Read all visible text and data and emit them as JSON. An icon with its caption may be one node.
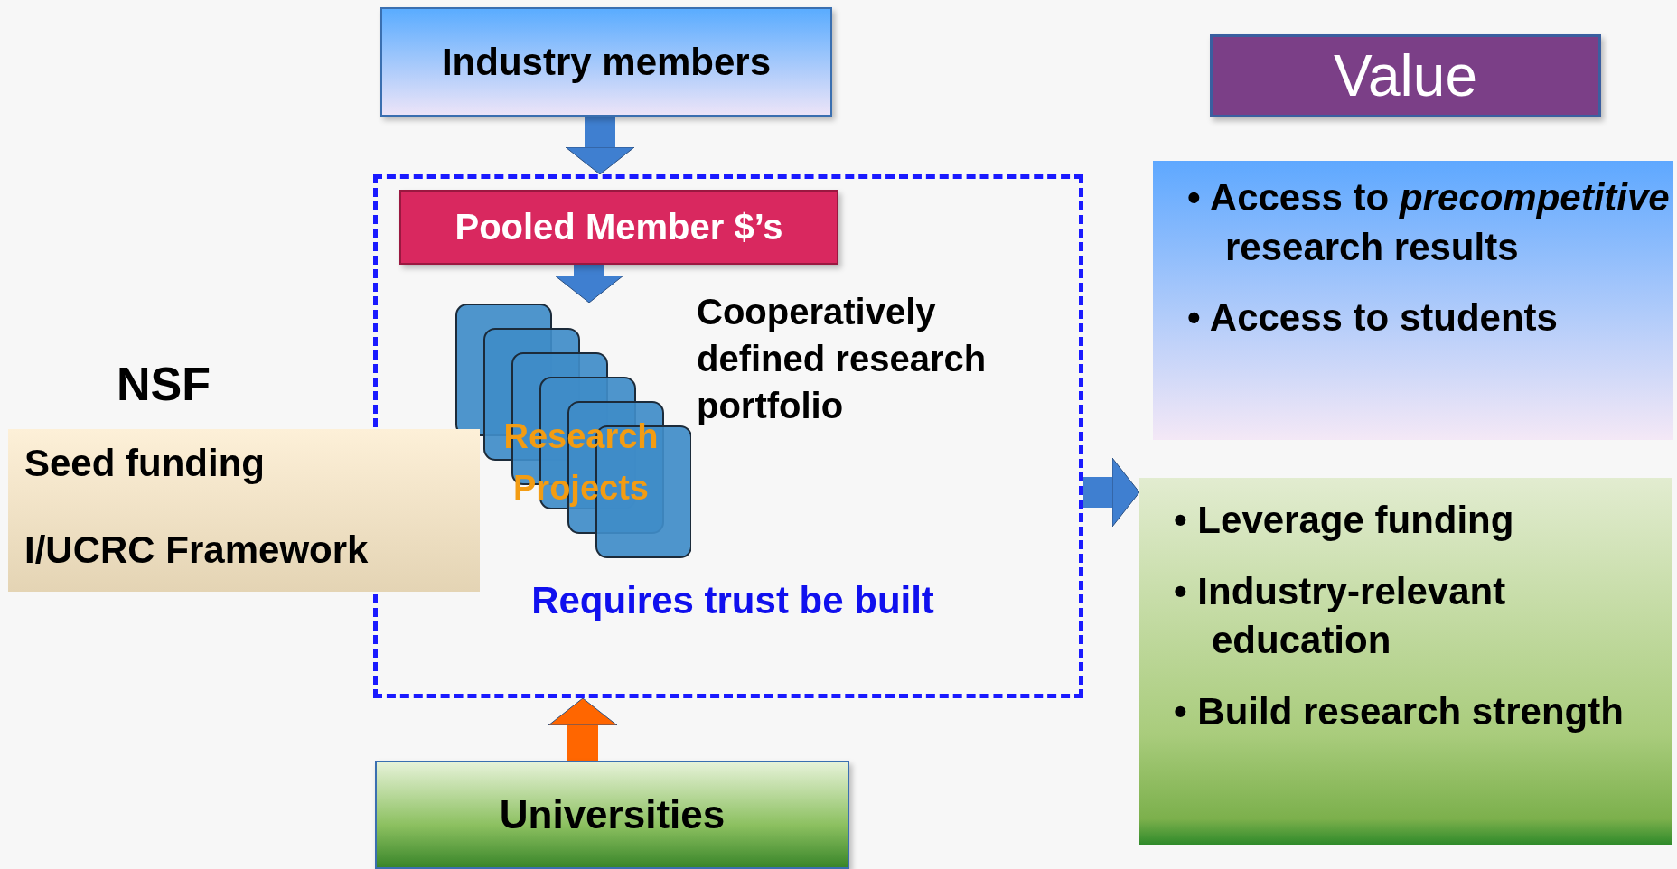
{
  "diagram": {
    "nodes": [
      {
        "text": [
          "Industry members"
        ]
      },
      {
        "text": [
          "Cooperatively defined research portfolio",
          "Requires trust be built"
        ]
      },
      {
        "text": [
          "Pooled Member $’s"
        ],
        "in": 1
      },
      {
        "text": [
          "Research Projects"
        ],
        "in": 1
      },
      {
        "text": [
          "NSF",
          "Seed funding",
          "I/UCRC Framework"
        ]
      },
      {
        "text": [
          "Universities"
        ]
      },
      {
        "text": [
          "Value"
        ]
      },
      {
        "text": [
          "• Access to *precompetitive* research results",
          "• Access to students"
        ]
      },
      {
        "text": [
          "• Leverage funding",
          "• Industry-relevant education",
          "• Build research strength"
        ]
      }
    ],
    "edges": [
      {
        "from": 0,
        "to": 1,
        "arrow": "to"
      },
      {
        "from": 2,
        "to": 3,
        "arrow": "to"
      },
      {
        "from": 5,
        "to": 1,
        "arrow": "to",
        "color": "#ff6600"
      },
      {
        "from": 1,
        "to": 8,
        "arrow": "to"
      }
    ]
  }
}
